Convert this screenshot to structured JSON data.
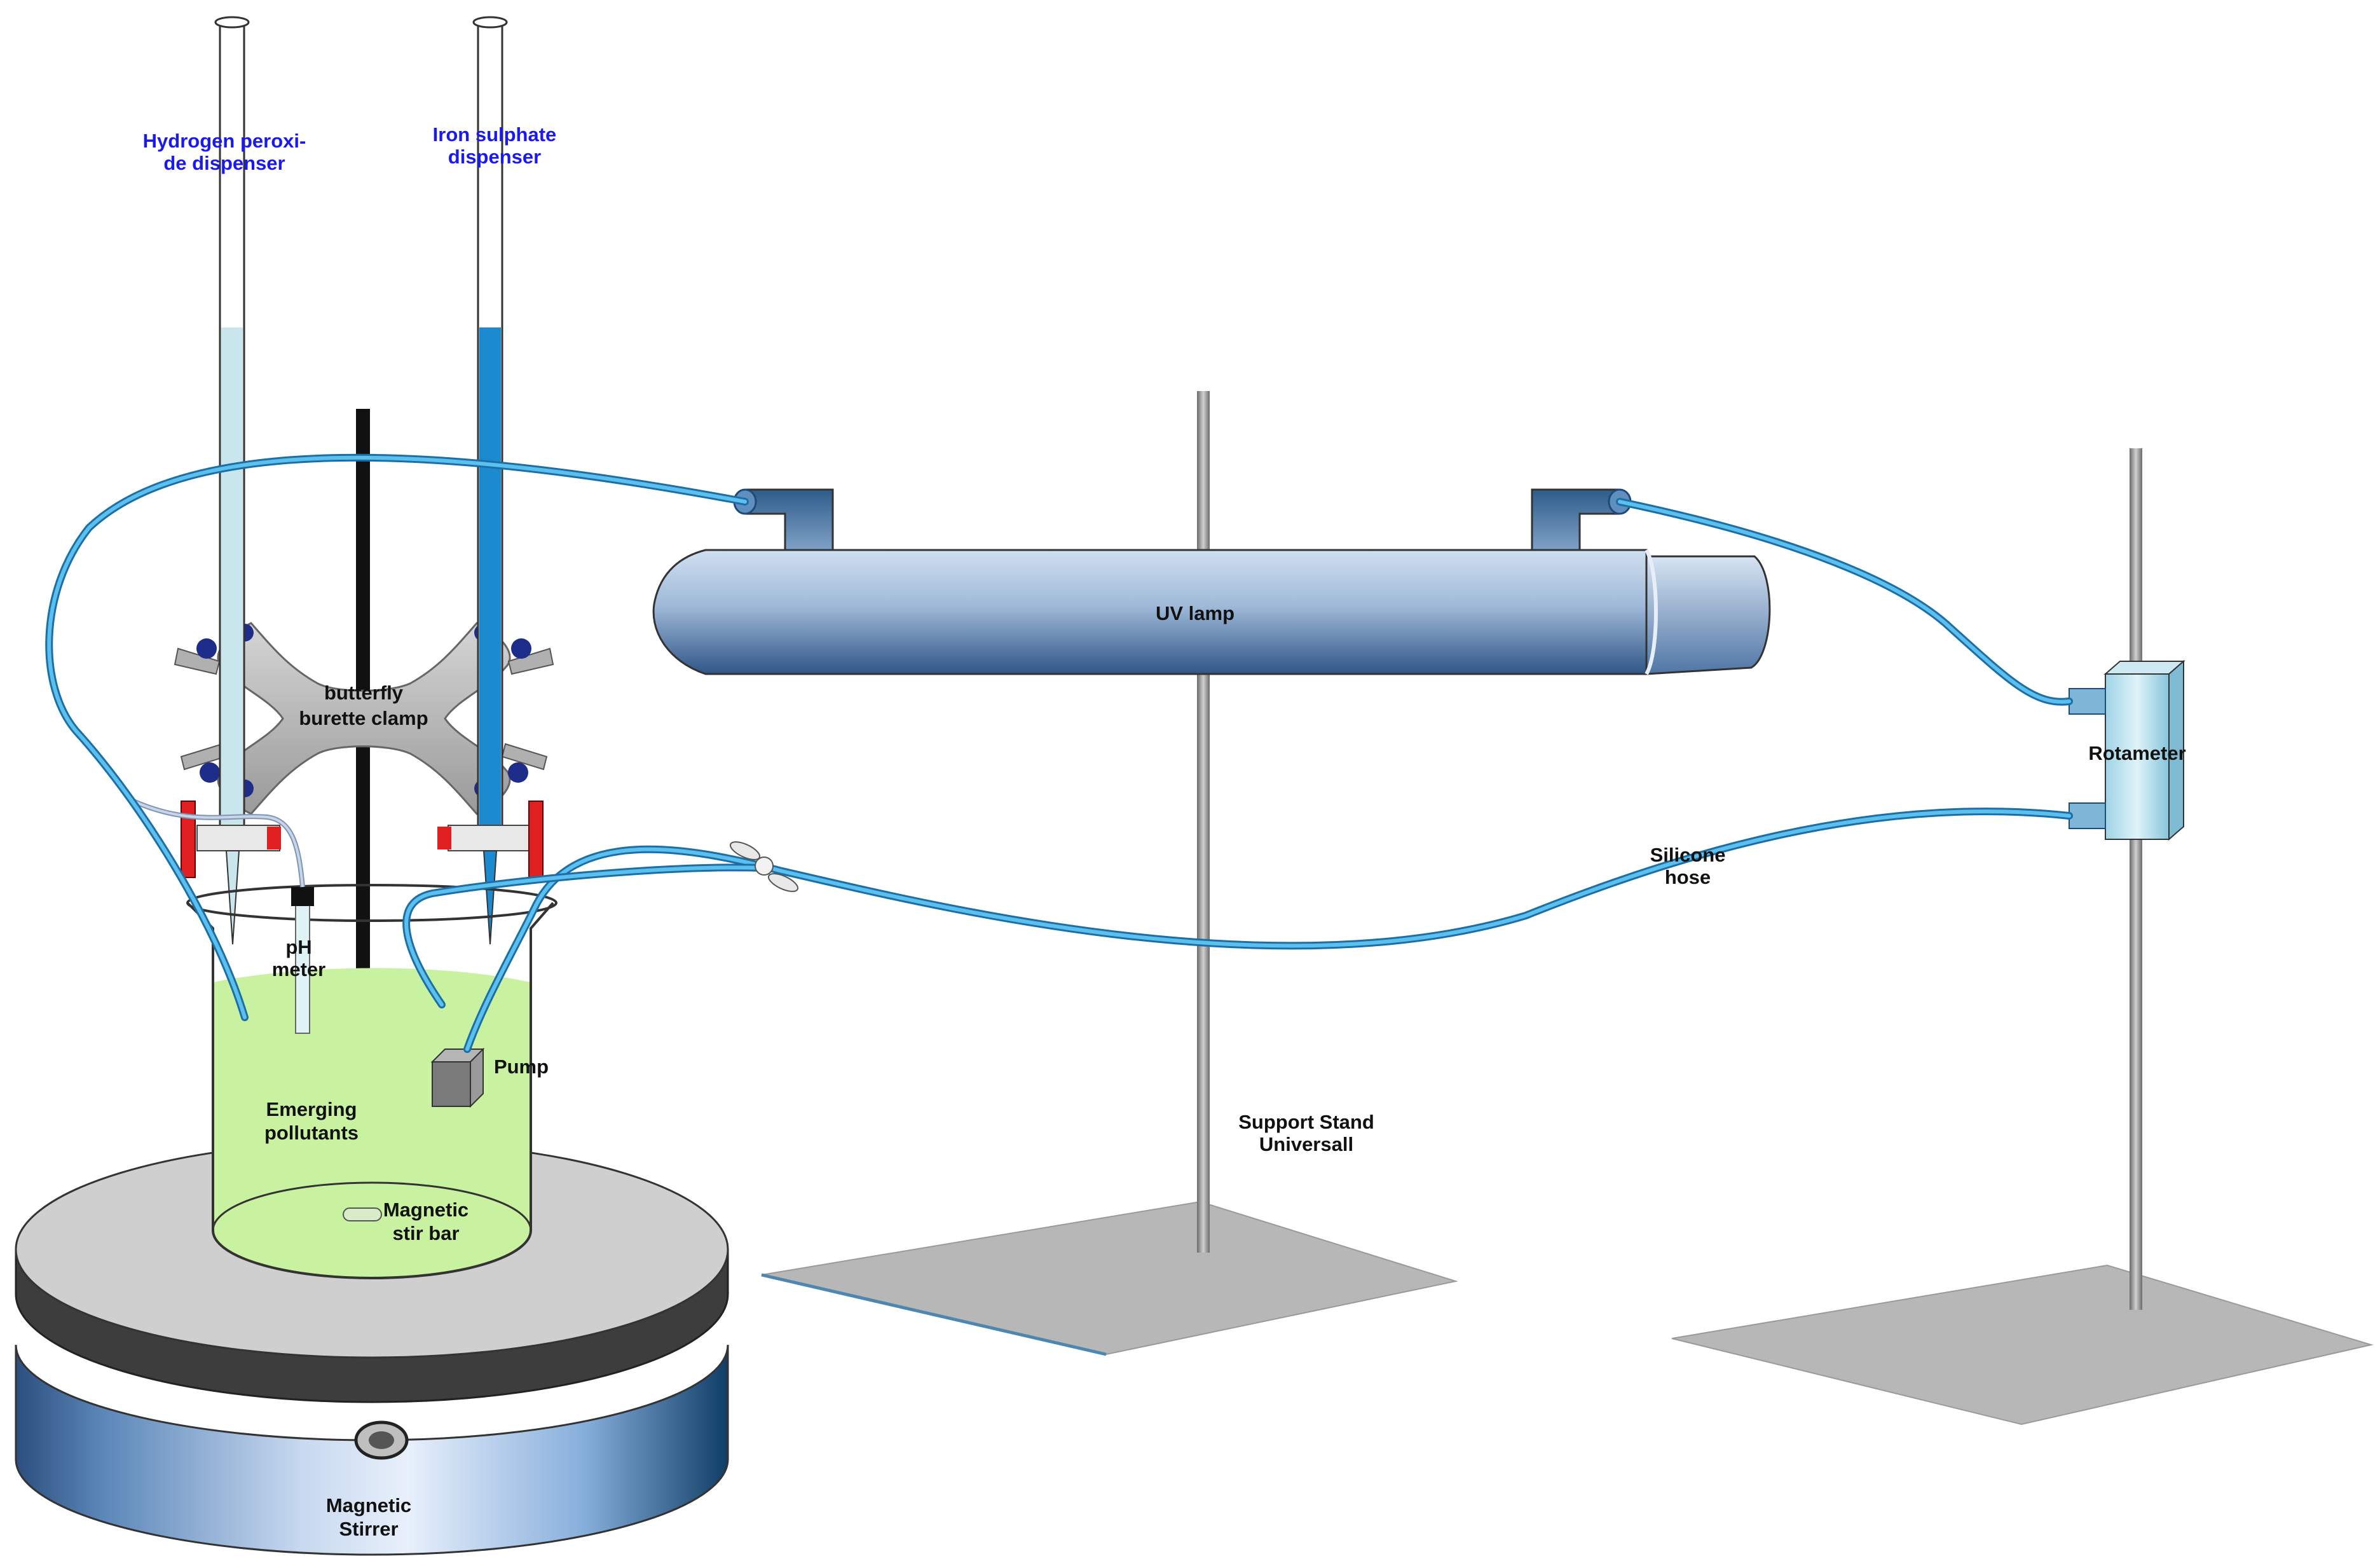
{
  "labels": {
    "hydrogen_peroxide_line1": "Hydrogen peroxi-",
    "hydrogen_peroxide_line2": "de dispenser",
    "iron_sulphate_line1": "Iron sulphate",
    "iron_sulphate_line2": "dispenser",
    "clamp_line1": "butterfly",
    "clamp_line2": "burette clamp",
    "ph_line1": "pH",
    "ph_line2": "meter",
    "pump": "Pump",
    "pollutants_line1": "Emerging",
    "pollutants_line2": "pollutants",
    "stir_bar_line1": "Magnetic",
    "stir_bar_line2": "stir bar",
    "stirrer_line1": "Magnetic",
    "stirrer_line2": "Stirrer",
    "uv_lamp": "UV lamp",
    "support_line1": "Support Stand",
    "support_line2": "Universall",
    "silicone_line1": "Silicone",
    "silicone_line2": "hose",
    "rotameter": "Rotameter"
  },
  "colors": {
    "dispenser_label": "#1a1aee",
    "hose": "#2a9ad6",
    "solution": "#c9f2a0",
    "burette_fill_light": "#c8e6ec",
    "burette_fill_dark": "#1c8ad0",
    "stopcock": "#e02020",
    "clamp_knob": "#1f2d8a"
  }
}
